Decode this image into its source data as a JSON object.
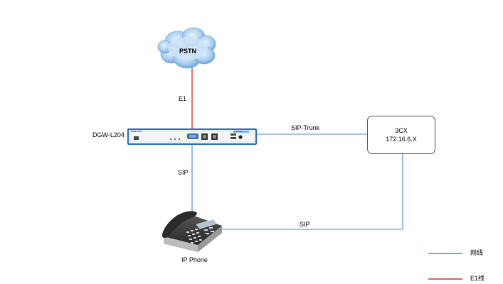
{
  "cloud": {
    "label": "PSTN"
  },
  "links": {
    "e1": "E1",
    "sip_trunk": "SIP-Trunk",
    "sip_gateway_phone": "SIP",
    "sip_phone_3cx": "SIP"
  },
  "gateway": {
    "label": "DGW-L204",
    "model_text": "DGW-L204",
    "brand_text": "Flexsens"
  },
  "server": {
    "name": "3CX",
    "ip": "172.16.6.X"
  },
  "phone": {
    "label": "IP Phone"
  },
  "legend": {
    "items": [
      {
        "label": "网线",
        "color": "#4a86d8"
      },
      {
        "label": "E1线",
        "color": "#d62b2b"
      }
    ]
  },
  "colors": {
    "network_cable": "#4a86d8",
    "e1_cable": "#d62b2b",
    "device_border": "#2f6db6"
  }
}
